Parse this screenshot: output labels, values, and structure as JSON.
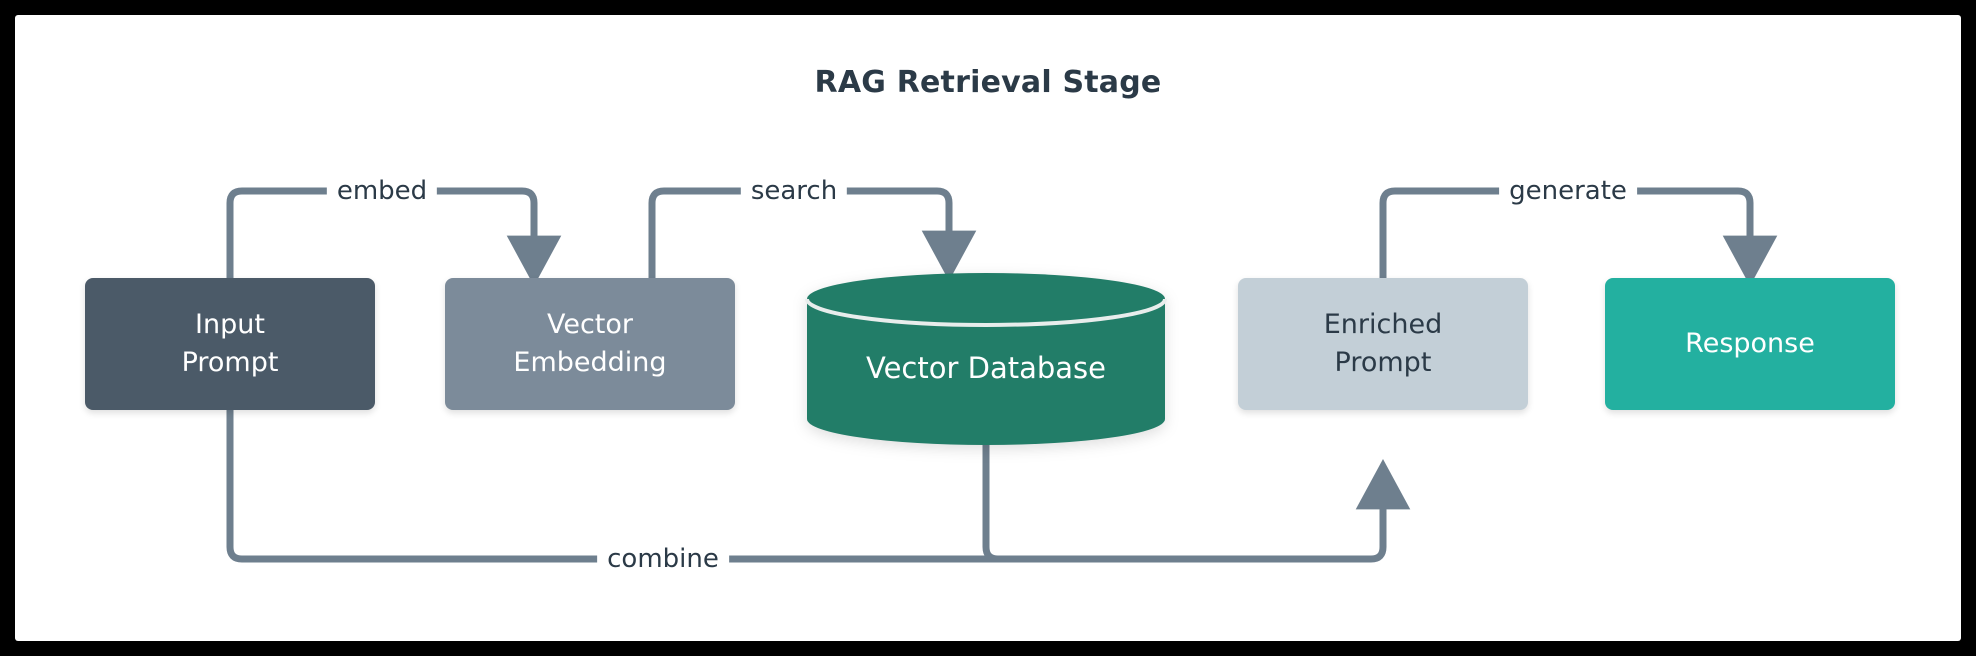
{
  "diagram": {
    "title": "RAG Retrieval Stage",
    "canvas_bg": "#ffffff",
    "frame_color": "#000000",
    "edge_color": "#6e7f8e",
    "nodes": [
      {
        "id": "input_prompt",
        "label": "Input\nPrompt",
        "line1": "Input",
        "line2": "Prompt",
        "shape": "rounded-rect",
        "fill": "#4b5a68",
        "text_color": "#ffffff"
      },
      {
        "id": "vector_embedding",
        "label": "Vector\nEmbedding",
        "line1": "Vector",
        "line2": "Embedding",
        "shape": "rounded-rect",
        "fill": "#7c8b9a",
        "text_color": "#ffffff"
      },
      {
        "id": "vector_database",
        "label": "Vector Database",
        "line1": "Vector Database",
        "line2": "",
        "shape": "cylinder",
        "fill": "#227d68",
        "text_color": "#ffffff"
      },
      {
        "id": "enriched_prompt",
        "label": "Enriched\nPrompt",
        "line1": "Enriched",
        "line2": "Prompt",
        "shape": "rounded-rect",
        "fill": "#c3cfd7",
        "text_color": "#2b3a47"
      },
      {
        "id": "response",
        "label": "Response",
        "line1": "Response",
        "line2": "",
        "shape": "rounded-rect",
        "fill": "#23b0a0",
        "text_color": "#ffffff"
      }
    ],
    "edges": [
      {
        "id": "embed",
        "label": "embed",
        "from": "input_prompt",
        "to": "vector_embedding",
        "route": "top"
      },
      {
        "id": "search",
        "label": "search",
        "from": "vector_embedding",
        "to": "vector_database",
        "route": "top"
      },
      {
        "id": "generate",
        "label": "generate",
        "from": "enriched_prompt",
        "to": "response",
        "route": "top"
      },
      {
        "id": "combine",
        "label": "combine",
        "from": "input_prompt",
        "to": "enriched_prompt",
        "route": "bottom",
        "merges_from": "vector_database"
      }
    ]
  }
}
